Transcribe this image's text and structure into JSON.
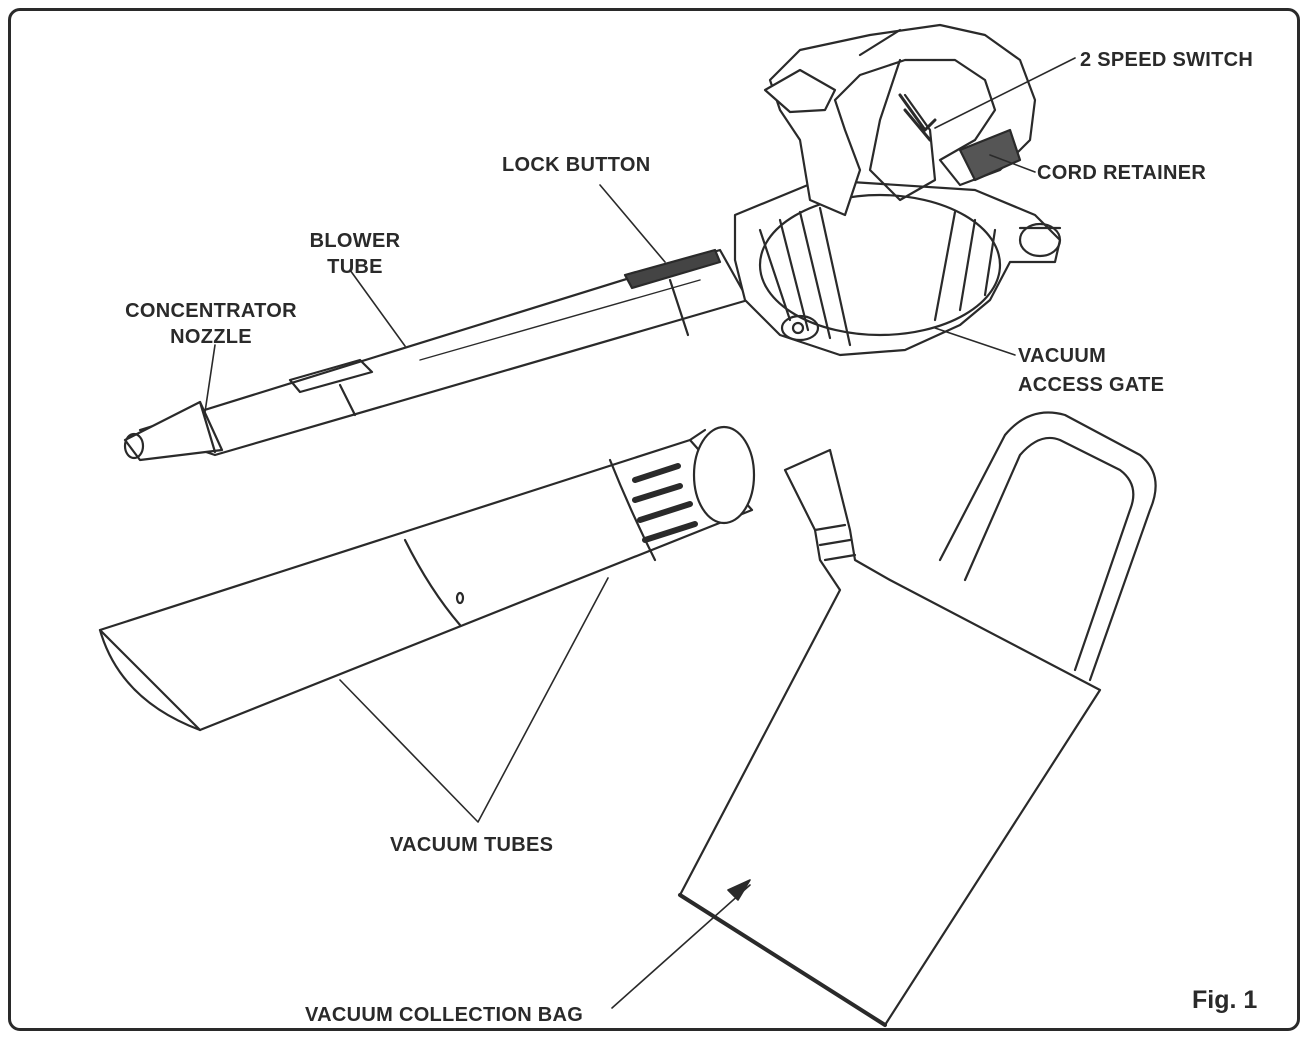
{
  "labels": {
    "speed_switch": "2 SPEED SWITCH",
    "cord_retainer": "CORD RETAINER",
    "lock_button": "LOCK BUTTON",
    "blower_tube": [
      "BLOWER",
      "TUBE"
    ],
    "concentrator_nozzle": [
      "CONCENTRATOR",
      "NOZZLE"
    ],
    "vacuum_access_gate": [
      "VACUUM",
      "ACCESS GATE"
    ],
    "vacuum_tubes": "VACUUM TUBES",
    "vacuum_collection_bag": "VACUUM COLLECTION BAG"
  },
  "figure_label": "Fig. 1",
  "colors": {
    "line": "#2a2a2a",
    "fill": "#ffffff"
  }
}
